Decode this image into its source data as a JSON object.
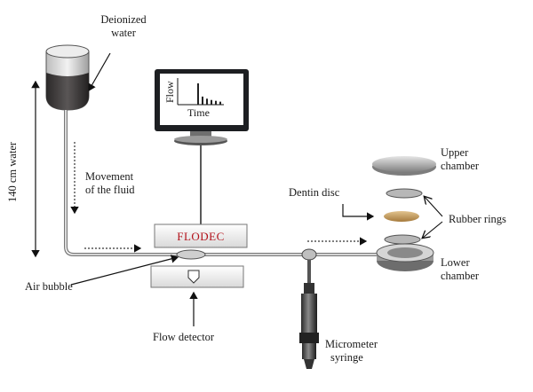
{
  "labels": {
    "deionized_water": [
      "Deionized",
      "water"
    ],
    "height": "140 cm water",
    "movement": [
      "Movement",
      "of the fluid"
    ],
    "monitor_y": "Flow",
    "monitor_x": "Time",
    "flodec": "FLODEC",
    "air_bubble": "Air bubble",
    "flow_detector": "Flow detector",
    "micrometer": [
      "Micrometer",
      "syringe"
    ],
    "upper_chamber": [
      "Upper",
      "chamber"
    ],
    "dentin_disc": "Dentin disc",
    "rubber_rings": "Rubber rings",
    "lower_chamber": [
      "Lower",
      "chamber"
    ]
  },
  "colors": {
    "flodec_text": "#b3121b",
    "water": "#3d3b3b",
    "dentin": "#c8a063"
  },
  "monitor_graph_bars": [
    1.0,
    0.38,
    0.28,
    0.22,
    0.18,
    0.14
  ]
}
